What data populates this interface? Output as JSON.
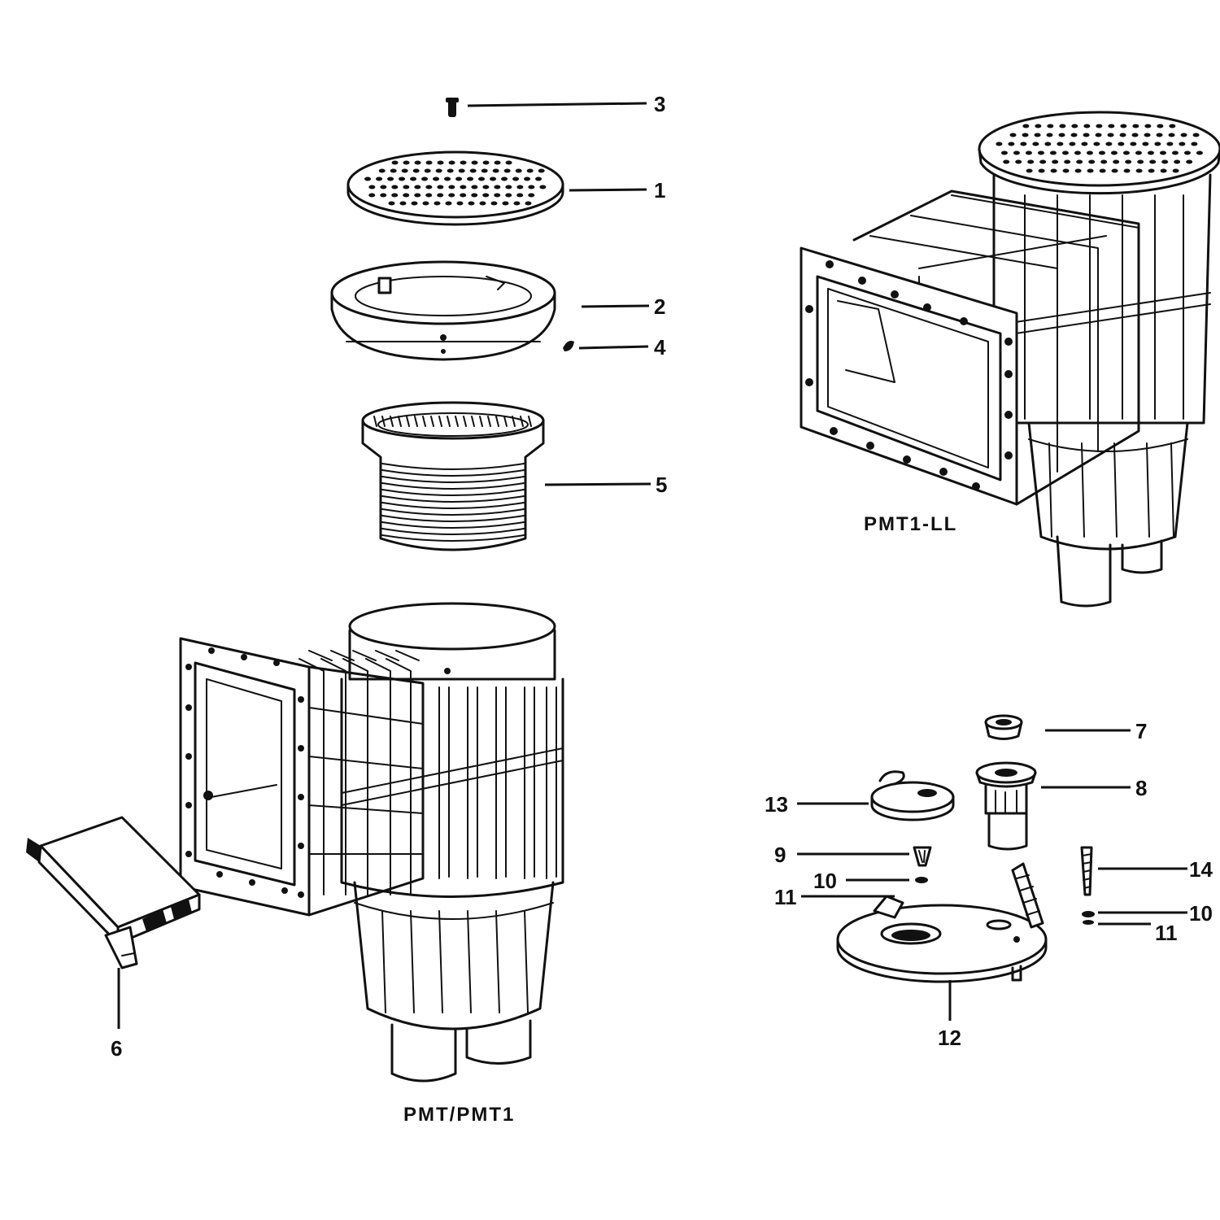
{
  "captions": {
    "main_model": "PMT/PMT1",
    "alt_model": "PMT1-LL"
  },
  "callouts": {
    "c1": "1",
    "c2": "2",
    "c3": "3",
    "c4": "4",
    "c5": "5",
    "c6": "6",
    "c7": "7",
    "c8": "8",
    "c9": "9",
    "c10a": "10",
    "c10b": "10",
    "c11a": "11",
    "c11b": "11",
    "c12": "12",
    "c13": "13",
    "c14": "14"
  }
}
